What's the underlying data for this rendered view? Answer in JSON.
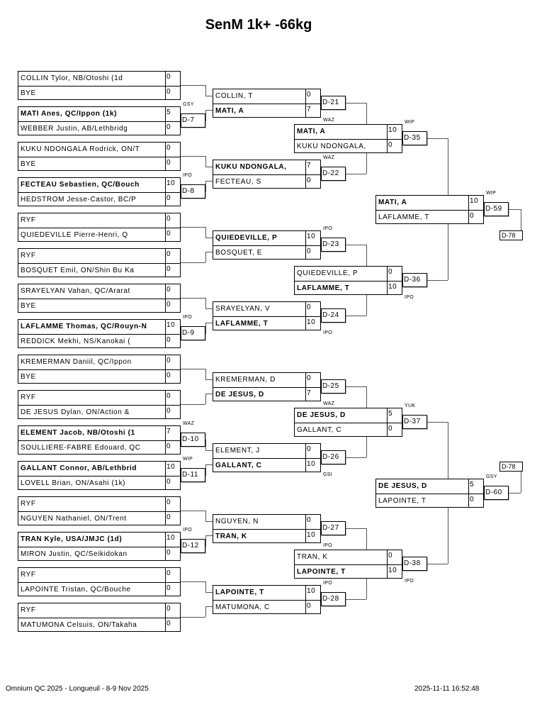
{
  "title": "SenM 1k+ -66kg",
  "footer": {
    "event": "Omnium QC 2025 - Longueuil - 8-9 Nov 2025",
    "timestamp": "2025-11-11 16:52:48"
  },
  "rounds": [
    {
      "matches": [
        {
          "p1": "COLLIN Tylor, NB/Otoshi (1d",
          "s1": "0",
          "p2": "BYE",
          "s2": "0",
          "winner": 0
        },
        {
          "p1": "MATI Anes, QC/Ippon (1k)",
          "s1": "5",
          "p2": "WEBBER Justin, AB/Lethbridg",
          "s2": "0",
          "winner": 1,
          "decision": "D-7",
          "win_type": "GSY"
        },
        {
          "p1": "KUKU NDONGALA Rodrick, ON/T",
          "s1": "0",
          "p2": "BYE",
          "s2": "0",
          "winner": 0
        },
        {
          "p1": "FECTEAU Sebastien, QC/Bouch",
          "s1": "10",
          "p2": "HEDSTROM Jesse-Castor, BC/P",
          "s2": "0",
          "winner": 1,
          "decision": "D-8",
          "win_type": "IPO"
        },
        {
          "p1": "RYF",
          "s1": "0",
          "p2": "QUIEDEVILLE Pierre-Henri, Q",
          "s2": "0",
          "winner": 0
        },
        {
          "p1": "RYF",
          "s1": "0",
          "p2": "BOSQUET Emil, ON/Shin Bu Ka",
          "s2": "0",
          "winner": 0
        },
        {
          "p1": " SRAYELYAN Vahan, QC/Ararat",
          "s1": "0",
          "p2": "BYE",
          "s2": "0",
          "winner": 0
        },
        {
          "p1": "LAFLAMME Thomas, QC/Rouyn-N",
          "s1": "10",
          "p2": "REDDICK Mekhi, NS/Kanokai (",
          "s2": "0",
          "winner": 1,
          "decision": "D-9",
          "win_type": "IPO"
        },
        {
          "p1": "KREMERMAN Daniil, QC/Ippon",
          "s1": "0",
          "p2": "BYE",
          "s2": "0",
          "winner": 0
        },
        {
          "p1": "RYF",
          "s1": "0",
          "p2": "DE JESUS Dylan, ON/Action &",
          "s2": "0",
          "winner": 0
        },
        {
          "p1": "ELEMENT Jacob, NB/Otoshi (1",
          "s1": "7",
          "p2": "SOULLIERE-FABRE Edouard, QC",
          "s2": "0",
          "winner": 1,
          "decision": "D-10",
          "win_type": "WAZ"
        },
        {
          "p1": "GALLANT Connor, AB/Lethbrid",
          "s1": "10",
          "p2": "LOVELL Brian, ON/Asahi (1k)",
          "s2": "0",
          "winner": 1,
          "decision": "D-11",
          "win_type": "WIP"
        },
        {
          "p1": "RYF",
          "s1": "0",
          "p2": "NGUYEN Nathaniel, ON/Trent",
          "s2": "0",
          "winner": 0
        },
        {
          "p1": "TRAN Kyle, USA/JMJC (1d)",
          "s1": "10",
          "p2": "MIRON Justin, QC/Seikidokan",
          "s2": "0",
          "winner": 1,
          "decision": "D-12",
          "win_type": "IPO"
        },
        {
          "p1": "RYF",
          "s1": "0",
          "p2": "LAPOINTE Tristan, QC/Bouche",
          "s2": "0",
          "winner": 0
        },
        {
          "p1": "RYF",
          "s1": "0",
          "p2": "MATUMONA Celsuis, ON/Takaha",
          "s2": "0",
          "winner": 0
        }
      ]
    },
    {
      "matches": [
        {
          "p1": "COLLIN, T",
          "s1": "0",
          "p2": "MATI, A",
          "s2": "7",
          "winner": 2,
          "decision": "D-21",
          "win_type": "WAZ"
        },
        {
          "p1": "KUKU NDONGALA,",
          "s1": "7",
          "p2": "FECTEAU, S",
          "s2": "0",
          "winner": 1,
          "decision": "D-22",
          "win_type": "WAZ"
        },
        {
          "p1": "QUIEDEVILLE, P",
          "s1": "10",
          "p2": "BOSQUET, E",
          "s2": "0",
          "winner": 1,
          "decision": "D-23",
          "win_type": "IPO"
        },
        {
          "p1": "SRAYELYAN, V",
          "s1": "0",
          "p2": "LAFLAMME, T",
          "s2": "10",
          "winner": 2,
          "decision": "D-24",
          "win_type": "IPO"
        },
        {
          "p1": "KREMERMAN, D",
          "s1": "0",
          "p2": "DE JESUS, D",
          "s2": "7",
          "winner": 2,
          "decision": "D-25",
          "win_type": "WAZ"
        },
        {
          "p1": "ELEMENT, J",
          "s1": "0",
          "p2": "GALLANT, C",
          "s2": "10",
          "winner": 2,
          "decision": "D-26",
          "win_type": "GSI"
        },
        {
          "p1": "NGUYEN, N",
          "s1": "0",
          "p2": "TRAN, K",
          "s2": "10",
          "winner": 2,
          "decision": "D-27",
          "win_type": "IPO"
        },
        {
          "p1": "LAPOINTE, T",
          "s1": "10",
          "p2": "MATUMONA, C",
          "s2": "0",
          "winner": 1,
          "decision": "D-28",
          "win_type": "IPO"
        }
      ]
    },
    {
      "matches": [
        {
          "p1": "MATI, A",
          "s1": "10",
          "p2": "KUKU NDONGALA,",
          "s2": "0",
          "winner": 1,
          "decision": "D-35",
          "win_type": "WIP"
        },
        {
          "p1": "QUIEDEVILLE, P",
          "s1": "0",
          "p2": "LAFLAMME, T",
          "s2": "10",
          "winner": 2,
          "decision": "D-36",
          "win_type": "IPO"
        },
        {
          "p1": "DE JESUS, D",
          "s1": "5",
          "p2": "GALLANT, C",
          "s2": "0",
          "winner": 1,
          "decision": "D-37",
          "win_type": "YUK"
        },
        {
          "p1": "TRAN, K",
          "s1": "0",
          "p2": "LAPOINTE, T",
          "s2": "10",
          "winner": 2,
          "decision": "D-38",
          "win_type": "IPO"
        }
      ]
    },
    {
      "matches": [
        {
          "p1": "MATI, A",
          "s1": "10",
          "p2": "LAFLAMME, T",
          "s2": "0",
          "winner": 1,
          "decision": "D-59",
          "win_type": "WIP"
        },
        {
          "p1": "DE JESUS, D",
          "s1": "5",
          "p2": "LAPOINTE, T",
          "s2": "0",
          "winner": 1,
          "decision": "D-60",
          "win_type": "GSY"
        }
      ]
    }
  ],
  "next_decisions": [
    "D-78",
    "D-78"
  ]
}
